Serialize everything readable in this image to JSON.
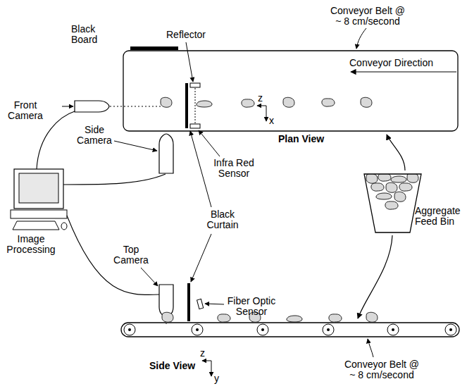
{
  "diagram": {
    "labels": [
      "Conveyor Belt @ ~ 8 cm/second",
      "Black Board",
      "Reflector",
      "Conveyor Direction",
      "Front Camera",
      "z",
      "Plan View",
      "x",
      "Side Camera",
      "Infra Red Sensor",
      "Black Curtain",
      "Aggregate Feed Bin",
      "Image Processing",
      "Top Camera",
      "Fiber Optic Sensor",
      "Side View",
      "z",
      "y",
      "Conveyor Belt @ ~ 8 cm/second"
    ]
  }
}
